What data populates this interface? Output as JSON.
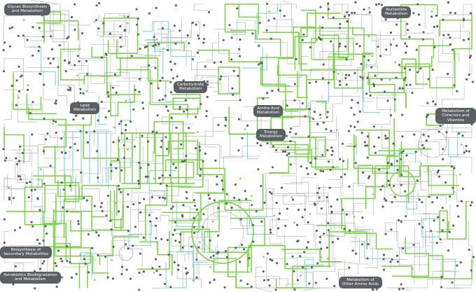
{
  "map": {
    "background": "#ffffff",
    "colors": {
      "base_line": "#a8aeb2",
      "node": "#5f6569",
      "green_pathway": "#73d63c",
      "cyan_pathway": "#6fd6d6",
      "category_label_bg": "#5a5f63",
      "category_label_text": "#ffffff"
    },
    "category_labels": {
      "glycan": "Glycan Biosynthesis\nand Metabolism",
      "nucleotide": "Nucleotide\nMetabolism",
      "carbohydrate": "Carbohydrate\nMetabolism",
      "lipid": "Lipid\nMetabolism",
      "amino_acid": "Amino Acid\nMetabolism",
      "energy": "Energy\nMetabolism",
      "cofactors": "Metabolism of\nCofactors and Vitamins",
      "secondary": "Biosynthesis of\nSecondary Metabolites",
      "xenobiotics": "Xenobiotics Biodegradation\nand Metabolism",
      "other_amino": "Metabolism of\nOther Amino Acids"
    }
  }
}
